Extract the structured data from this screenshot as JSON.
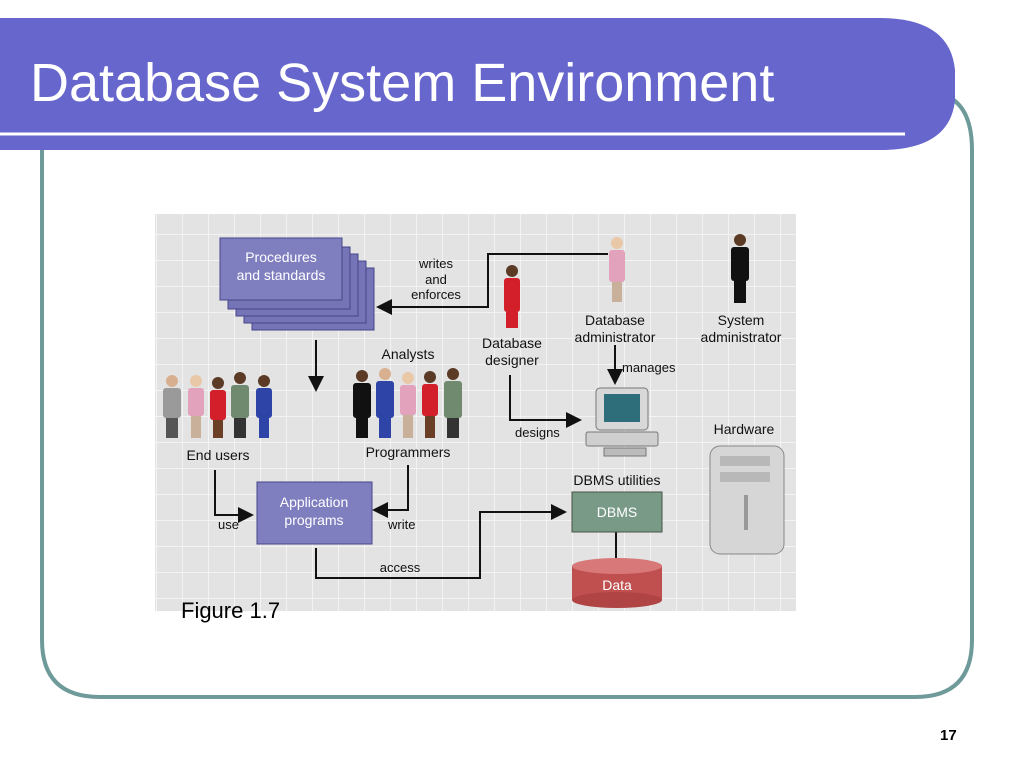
{
  "slide": {
    "title": "Database System Environment",
    "caption": "Figure 1.7",
    "page_number": "17",
    "colors": {
      "title_bar": "#6666cc",
      "frame": "#6f9a9a",
      "diagram_bg": "#e6e6e6"
    }
  },
  "diagram": {
    "procedures_line1": "Procedures",
    "procedures_line2": "and standards",
    "writes_line1": "writes",
    "writes_line2": "and",
    "writes_line3": "enforces",
    "db_designer_line1": "Database",
    "db_designer_line2": "designer",
    "db_admin_line1": "Database",
    "db_admin_line2": "administrator",
    "sys_admin_line1": "System",
    "sys_admin_line2": "administrator",
    "analysts": "Analysts",
    "end_users": "End users",
    "programmers": "Programmers",
    "manages": "manages",
    "designs": "designs",
    "hardware": "Hardware",
    "dbms_utilities": "DBMS utilities",
    "dbms": "DBMS",
    "app_line1": "Application",
    "app_line2": "programs",
    "use": "use",
    "write": "write",
    "access": "access",
    "data": "Data"
  }
}
